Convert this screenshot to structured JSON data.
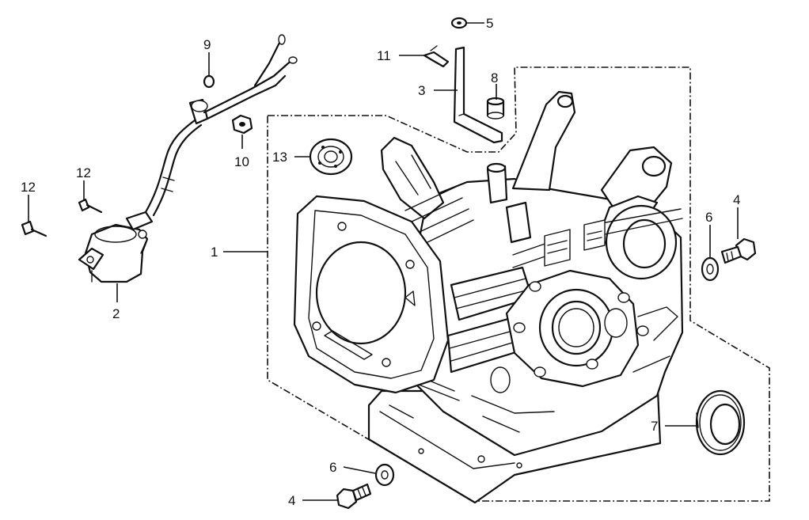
{
  "callouts": [
    {
      "id": "c1",
      "text": "1"
    },
    {
      "id": "c2",
      "text": "2"
    },
    {
      "id": "c3",
      "text": "3"
    },
    {
      "id": "c4a",
      "text": "4"
    },
    {
      "id": "c4b",
      "text": "4"
    },
    {
      "id": "c5",
      "text": "5"
    },
    {
      "id": "c6a",
      "text": "6"
    },
    {
      "id": "c6b",
      "text": "6"
    },
    {
      "id": "c7",
      "text": "7"
    },
    {
      "id": "c8",
      "text": "8"
    },
    {
      "id": "c9",
      "text": "9"
    },
    {
      "id": "c10",
      "text": "10"
    },
    {
      "id": "c11",
      "text": "11"
    },
    {
      "id": "c12a",
      "text": "12"
    },
    {
      "id": "c12b",
      "text": "12"
    },
    {
      "id": "c13",
      "text": "13"
    }
  ]
}
